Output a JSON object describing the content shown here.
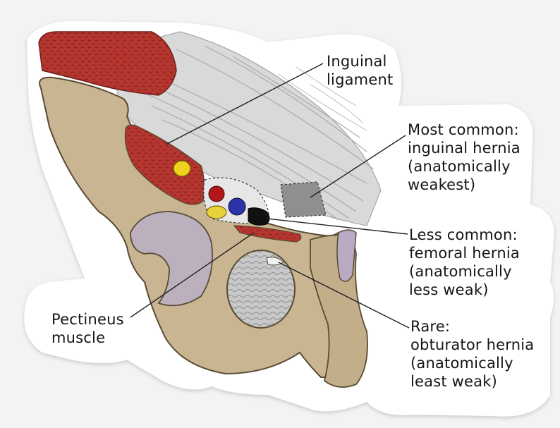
{
  "labels": {
    "inguinal_ligament": [
      "Inguinal",
      "ligament"
    ],
    "most_common": [
      "Most common:",
      "inguinal hernia",
      "(anatomically",
      "weakest)"
    ],
    "less_common": [
      "Less common:",
      "femoral hernia",
      "(anatomically",
      "less weak)"
    ],
    "rare": [
      "Rare:",
      "obturator hernia",
      "(anatomically",
      "least weak)"
    ],
    "pectineus": [
      "Pectineus",
      "muscle"
    ]
  },
  "colors": {
    "background": "#f3f3f3",
    "sticker": "#ffffff",
    "bone": "#c9b592",
    "bone_outline": "#5a4b34",
    "muscle": "#b5362f",
    "ligament": "#d6d6d6",
    "femoral_vein": "#2a34a8",
    "femoral_artery": "#b3171b",
    "lymph": "#e8d23a",
    "hernia_site": "#111111",
    "cartilage": "#b9a9c3",
    "leader_line": "#222222"
  }
}
